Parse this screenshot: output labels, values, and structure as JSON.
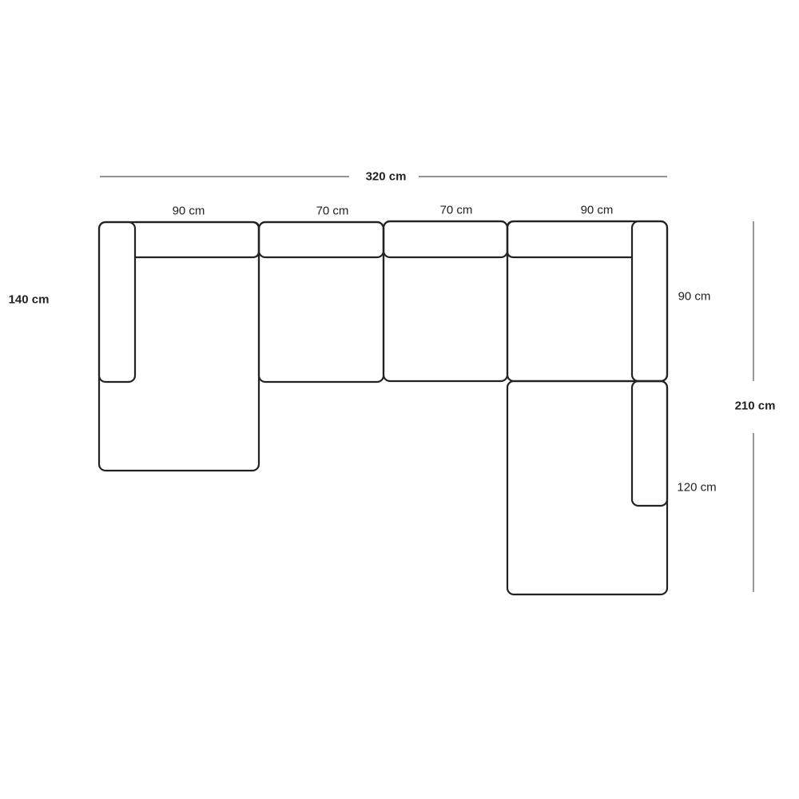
{
  "dimensions": {
    "total_width": "320 cm",
    "total_depth_left": "140 cm",
    "total_depth_right": "210 cm",
    "module_widths": [
      "90 cm",
      "70 cm",
      "70 cm",
      "90 cm"
    ],
    "corner_depth": "90 cm",
    "chaise_depth": "120 cm"
  },
  "colors": {
    "outline": "#222222",
    "dimension_line": "#555555"
  }
}
